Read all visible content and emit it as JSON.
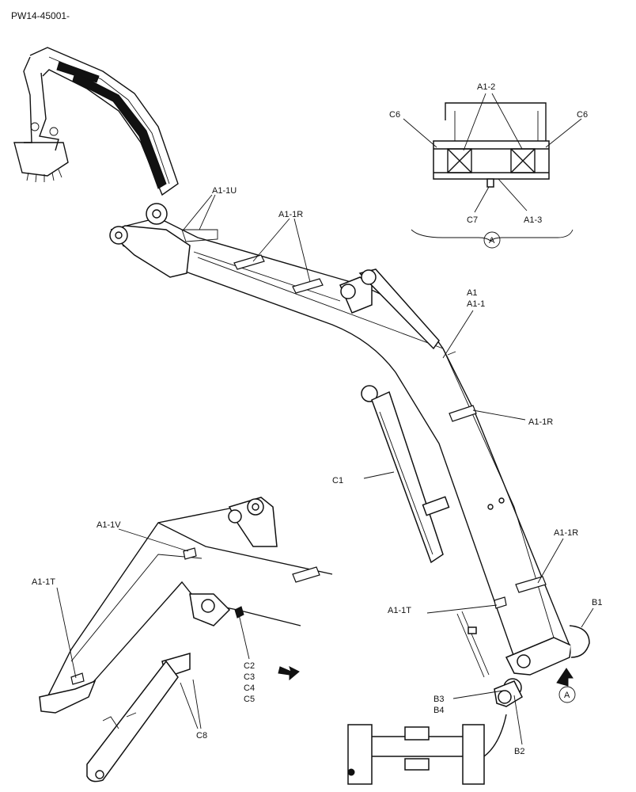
{
  "header": {
    "part_code": "PW14-45001-"
  },
  "labels": {
    "a1_2": "A1-2",
    "c6_left": "C6",
    "c6_right": "C6",
    "c7": "C7",
    "a1_3": "A1-3",
    "view_a": "A",
    "a1_1u": "A1-1U",
    "a1_1r_top": "A1-1R",
    "a1": "A1",
    "a1_1": "A1-1",
    "a1_1r_mid": "A1-1R",
    "c1": "C1",
    "a1_1r_low": "A1-1R",
    "a1_1v": "A1-1V",
    "a1_1t_left": "A1-1T",
    "a1_1t_right": "A1-1T",
    "b1": "B1",
    "c2": "C2",
    "c3": "C3",
    "c4": "C4",
    "c5": "C5",
    "b3": "B3",
    "b4": "B4",
    "arrow_a": "A",
    "b2": "B2",
    "c8": "C8"
  }
}
